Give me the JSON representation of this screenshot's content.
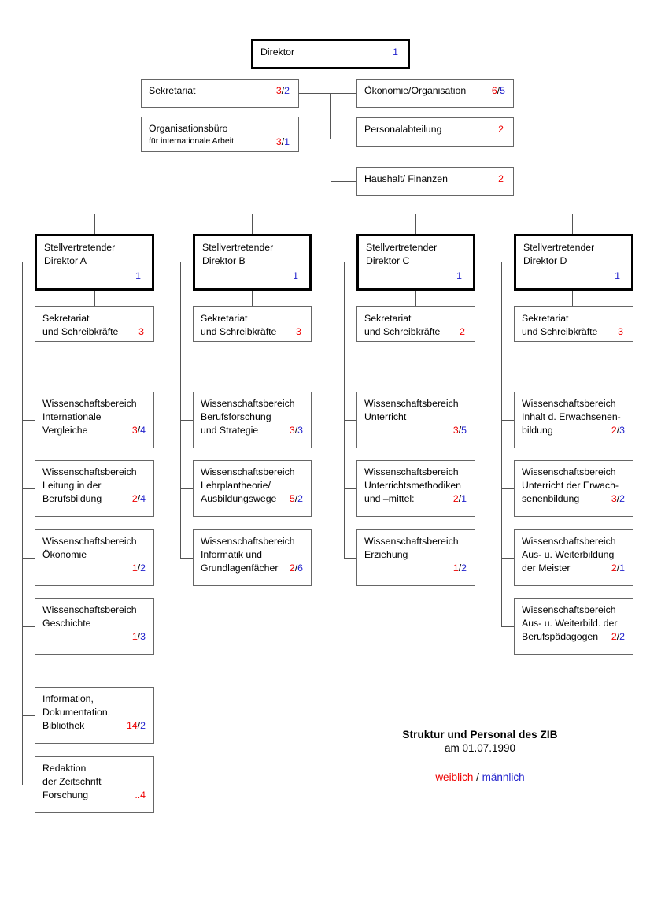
{
  "colors": {
    "female": "#ee0000",
    "male": "#2222cc",
    "box_border": "#666666",
    "heavy_border": "#000000",
    "connector": "#555555"
  },
  "caption": {
    "title": "Struktur und Personal des ZIB",
    "date": "am 01.07.1990",
    "legend_female": "weiblich",
    "legend_separator": "/",
    "legend_male": "männlich"
  },
  "top": {
    "direktor": {
      "label": "Direktor",
      "female": "",
      "male": "1"
    },
    "sekretariat": {
      "label": "Sekretariat",
      "female": "3",
      "male": "2"
    },
    "organisationsbuero": {
      "label": "Organisationsbüro",
      "sublabel": "für  internationale Arbeit",
      "female": "3",
      "male": "1"
    },
    "oekonomie": {
      "label": "Ökonomie/Organisation",
      "female": "6",
      "male": "5"
    },
    "personalabteilung": {
      "label": "Personalabteilung",
      "female": "2",
      "male": ""
    },
    "haushalt": {
      "label": "Haushalt/ Finanzen",
      "female": "2",
      "male": ""
    }
  },
  "columns": [
    {
      "id": "a",
      "head": {
        "line1": "Stellvertretender",
        "line2": "Direktor A",
        "female": "",
        "male": "1"
      },
      "secretariat": {
        "line1": "Sekretariat",
        "line2": "und Schreibkräfte",
        "female": "3",
        "male": ""
      },
      "units": [
        {
          "line1": "Wissenschaftsbereich",
          "line2": "Internationale",
          "line3": "Vergleiche",
          "female": "3",
          "male": "4"
        },
        {
          "line1": "Wissenschaftsbereich",
          "line2": "Leitung in der",
          "line3": "Berufsbildung",
          "female": "2",
          "male": "4"
        },
        {
          "line1": "Wissenschaftsbereich",
          "line2": "Ökonomie",
          "line3": "",
          "female": "1",
          "male": "2"
        },
        {
          "line1": "Wissenschaftsbereich",
          "line2": "Geschichte",
          "line3": "",
          "female": "1",
          "male": "3"
        },
        {
          "line1": "Information,",
          "line2": "Dokumentation,",
          "line3": "Bibliothek",
          "female": "14",
          "male": "2"
        },
        {
          "line1": "Redaktion",
          "line2": "der Zeitschrift",
          "line3": "Forschung",
          "female": "..4",
          "male": ""
        }
      ]
    },
    {
      "id": "b",
      "head": {
        "line1": "Stellvertretender",
        "line2": "Direktor  B",
        "female": "",
        "male": "1"
      },
      "secretariat": {
        "line1": "Sekretariat",
        "line2": "und Schreibkräfte",
        "female": "3",
        "male": ""
      },
      "units": [
        {
          "line1": "Wissenschaftsbereich",
          "line2": "Berufsforschung",
          "line3": "und Strategie",
          "female": "3",
          "male": "3"
        },
        {
          "line1": "Wissenschaftsbereich",
          "line2": "Lehrplantheorie/",
          "line3": "Ausbildungswege",
          "female": "5",
          "male": "2"
        },
        {
          "line1": "Wissenschaftsbereich",
          "line2": "Informatik und",
          "line3": "Grundlagenfächer",
          "female": "2",
          "male": "6"
        }
      ]
    },
    {
      "id": "c",
      "head": {
        "line1": "Stellvertretender",
        "line2": "Direktor  C",
        "female": "",
        "male": "1"
      },
      "secretariat": {
        "line1": "Sekretariat",
        "line2": "und Schreibkräfte",
        "female": "2",
        "male": ""
      },
      "units": [
        {
          "line1": "Wissenschaftsbereich",
          "line2": "Unterricht",
          "line3": "",
          "female": "3",
          "male": "5"
        },
        {
          "line1": "Wissenschaftsbereich",
          "line2": "Unterrichtsmethodiken",
          "line3": "und –mittel:",
          "female": "2",
          "male": "1"
        },
        {
          "line1": "Wissenschaftsbereich",
          "line2": "Erziehung",
          "line3": "",
          "female": "1",
          "male": "2"
        }
      ]
    },
    {
      "id": "d",
      "head": {
        "line1": "Stellvertretender",
        "line2": "Direktor  D",
        "female": "",
        "male": "1"
      },
      "secretariat": {
        "line1": "Sekretariat",
        "line2": "und Schreibkräfte",
        "female": "3",
        "male": ""
      },
      "units": [
        {
          "line1": "Wissenschaftsbereich",
          "line2": "Inhalt d. Erwachsenen-",
          "line3": "bildung",
          "female": "2",
          "male": "3"
        },
        {
          "line1": "Wissenschaftsbereich",
          "line2": "Unterricht der Erwach-",
          "line3": "senenbildung",
          "female": "3",
          "male": "2"
        },
        {
          "line1": "Wissenschaftsbereich",
          "line2": "Aus- u. Weiterbildung",
          "line3": "der Meister",
          "female": "2",
          "male": "1"
        },
        {
          "line1": "Wissenschaftsbereich",
          "line2": "Aus- u. Weiterbild. der",
          "line3": "Berufspädagogen",
          "female": "2",
          "male": "2"
        }
      ]
    }
  ]
}
